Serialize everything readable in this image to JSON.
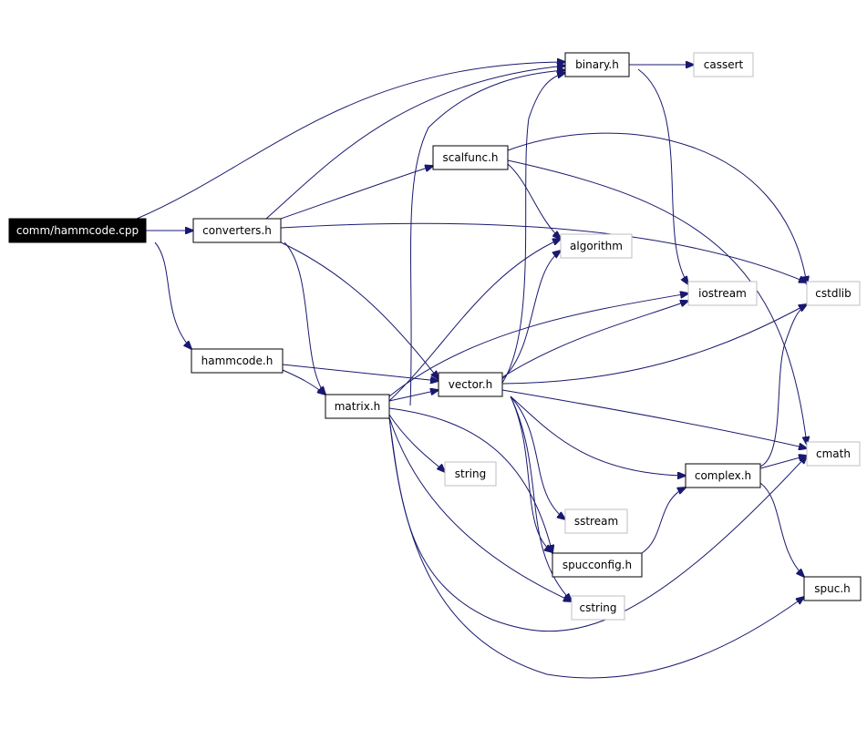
{
  "graph": {
    "edge_color": "#191970",
    "nodes": [
      {
        "id": "hammcode_cpp",
        "label": "comm/hammcode.cpp",
        "kind": "root"
      },
      {
        "id": "binary_h",
        "label": "binary.h",
        "kind": "doc"
      },
      {
        "id": "cassert",
        "label": "cassert",
        "kind": "ext"
      },
      {
        "id": "scalfunc_h",
        "label": "scalfunc.h",
        "kind": "doc"
      },
      {
        "id": "converters_h",
        "label": "converters.h",
        "kind": "doc"
      },
      {
        "id": "algorithm",
        "label": "algorithm",
        "kind": "ext"
      },
      {
        "id": "iostream",
        "label": "iostream",
        "kind": "ext"
      },
      {
        "id": "cstdlib",
        "label": "cstdlib",
        "kind": "ext"
      },
      {
        "id": "hammcode_h",
        "label": "hammcode.h",
        "kind": "doc"
      },
      {
        "id": "vector_h",
        "label": "vector.h",
        "kind": "doc"
      },
      {
        "id": "matrix_h",
        "label": "matrix.h",
        "kind": "doc"
      },
      {
        "id": "cmath",
        "label": "cmath",
        "kind": "ext"
      },
      {
        "id": "string",
        "label": "string",
        "kind": "ext"
      },
      {
        "id": "complex_h",
        "label": "complex.h",
        "kind": "doc"
      },
      {
        "id": "sstream",
        "label": "sstream",
        "kind": "ext"
      },
      {
        "id": "spucconfig_h",
        "label": "spucconfig.h",
        "kind": "doc"
      },
      {
        "id": "spuc_h",
        "label": "spuc.h",
        "kind": "doc"
      },
      {
        "id": "cstring",
        "label": "cstring",
        "kind": "ext"
      }
    ],
    "edges": [
      {
        "from": "hammcode_cpp",
        "to": "converters_h"
      },
      {
        "from": "hammcode_cpp",
        "to": "hammcode_h"
      },
      {
        "from": "hammcode_cpp",
        "to": "binary_h"
      },
      {
        "from": "converters_h",
        "to": "binary_h"
      },
      {
        "from": "converters_h",
        "to": "scalfunc_h"
      },
      {
        "from": "converters_h",
        "to": "cstdlib"
      },
      {
        "from": "converters_h",
        "to": "vector_h"
      },
      {
        "from": "converters_h",
        "to": "matrix_h"
      },
      {
        "from": "binary_h",
        "to": "cassert"
      },
      {
        "from": "binary_h",
        "to": "iostream"
      },
      {
        "from": "scalfunc_h",
        "to": "cstdlib"
      },
      {
        "from": "scalfunc_h",
        "to": "algorithm"
      },
      {
        "from": "scalfunc_h",
        "to": "cmath"
      },
      {
        "from": "hammcode_h",
        "to": "vector_h"
      },
      {
        "from": "hammcode_h",
        "to": "matrix_h"
      },
      {
        "from": "matrix_h",
        "to": "vector_h"
      },
      {
        "from": "matrix_h",
        "to": "binary_h"
      },
      {
        "from": "matrix_h",
        "to": "algorithm"
      },
      {
        "from": "matrix_h",
        "to": "iostream"
      },
      {
        "from": "matrix_h",
        "to": "string"
      },
      {
        "from": "matrix_h",
        "to": "spucconfig_h"
      },
      {
        "from": "matrix_h",
        "to": "cstring"
      },
      {
        "from": "matrix_h",
        "to": "cmath"
      },
      {
        "from": "matrix_h",
        "to": "spuc_h"
      },
      {
        "from": "vector_h",
        "to": "binary_h"
      },
      {
        "from": "vector_h",
        "to": "algorithm"
      },
      {
        "from": "vector_h",
        "to": "iostream"
      },
      {
        "from": "vector_h",
        "to": "cstdlib"
      },
      {
        "from": "vector_h",
        "to": "cmath"
      },
      {
        "from": "vector_h",
        "to": "complex_h"
      },
      {
        "from": "vector_h",
        "to": "sstream"
      },
      {
        "from": "vector_h",
        "to": "spucconfig_h"
      },
      {
        "from": "vector_h",
        "to": "cstring"
      },
      {
        "from": "complex_h",
        "to": "cmath"
      },
      {
        "from": "complex_h",
        "to": "cstdlib"
      },
      {
        "from": "complex_h",
        "to": "spuc_h"
      },
      {
        "from": "spucconfig_h",
        "to": "complex_h"
      }
    ]
  }
}
